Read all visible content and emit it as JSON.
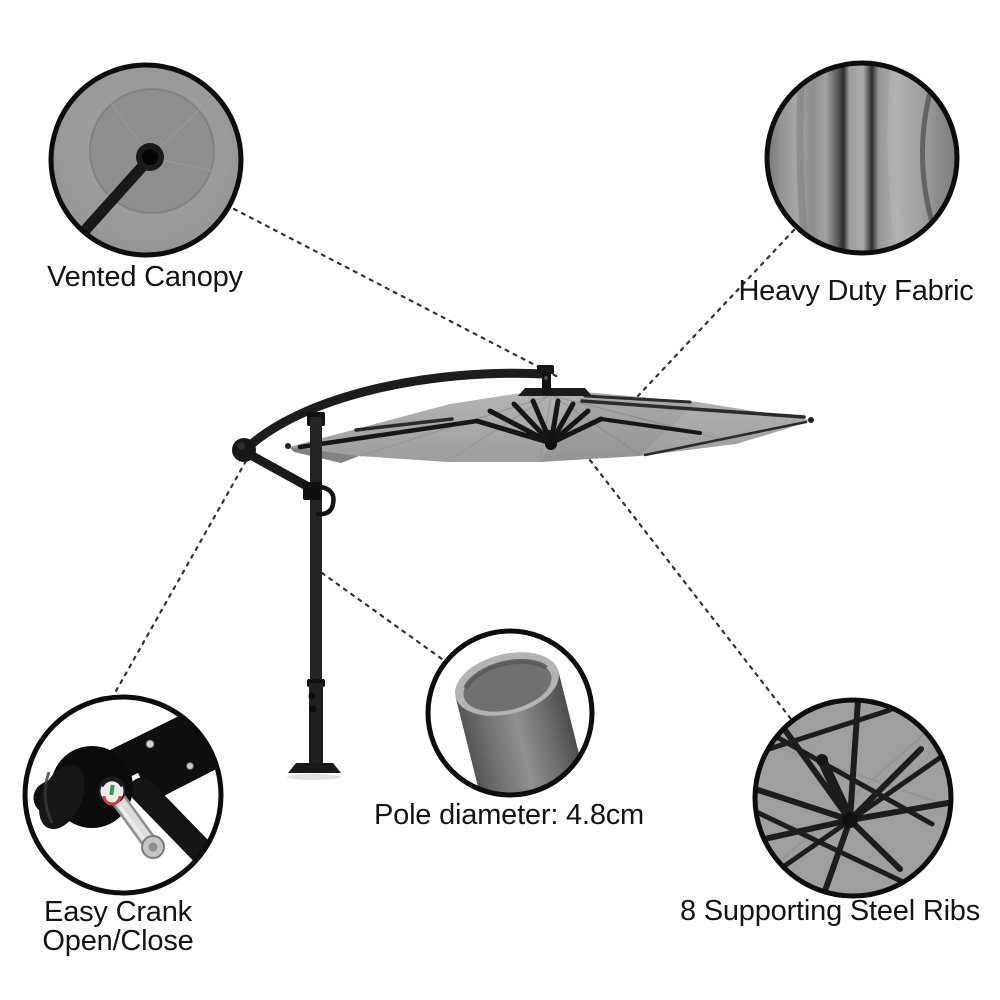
{
  "callouts": {
    "vented_canopy": {
      "label": "Vented Canopy",
      "image": "umbrella-canopy-top-view-photo"
    },
    "heavy_duty_fabric": {
      "label": "Heavy Duty Fabric",
      "image": "gray-fabric-drape-closeup-photo"
    },
    "easy_crank": {
      "line1": "Easy Crank",
      "line2": "Open/Close",
      "image": "crank-handle-closeup-photo"
    },
    "pole_diameter": {
      "label": "Pole diameter: 4.8cm",
      "image": "pole-cylinder-cross-section-photo"
    },
    "steel_ribs": {
      "label": "8 Supporting Steel Ribs",
      "image": "canopy-underside-ribs-photo"
    }
  },
  "product": {
    "depicted_item": "cantilever offset patio umbrella with gray canopy"
  },
  "colors": {
    "background": "#ffffff",
    "text": "#141414",
    "frame_black": "#1c1c1c",
    "canopy_gray": "#a9a9a9",
    "callout_border": "#0d0d0d",
    "crank_silver": "#d8d8d8",
    "indicator_green": "#2f9e44",
    "indicator_red": "#cf3a3a"
  }
}
